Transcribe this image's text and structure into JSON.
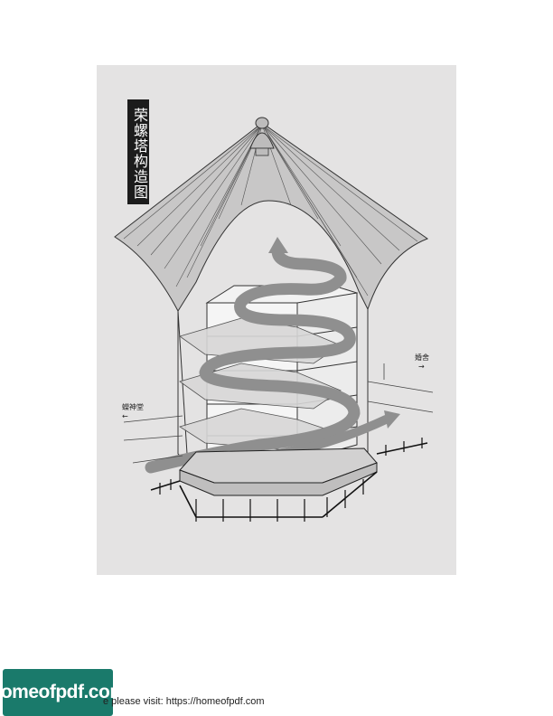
{
  "figure": {
    "title": "荣螺塔构造图",
    "label_right": "婚舍",
    "label_left": "蠑神堂",
    "arrow_right": "→",
    "arrow_left": "←"
  },
  "footer": {
    "visit_text": "e please visit: https://homeofpdf.com",
    "logo_text": "homeofpdf.com"
  },
  "colors": {
    "panel_bg": "#e4e3e3",
    "logo_bg": "#1a7a6b",
    "spiral_gray": "#8f8f8f"
  }
}
